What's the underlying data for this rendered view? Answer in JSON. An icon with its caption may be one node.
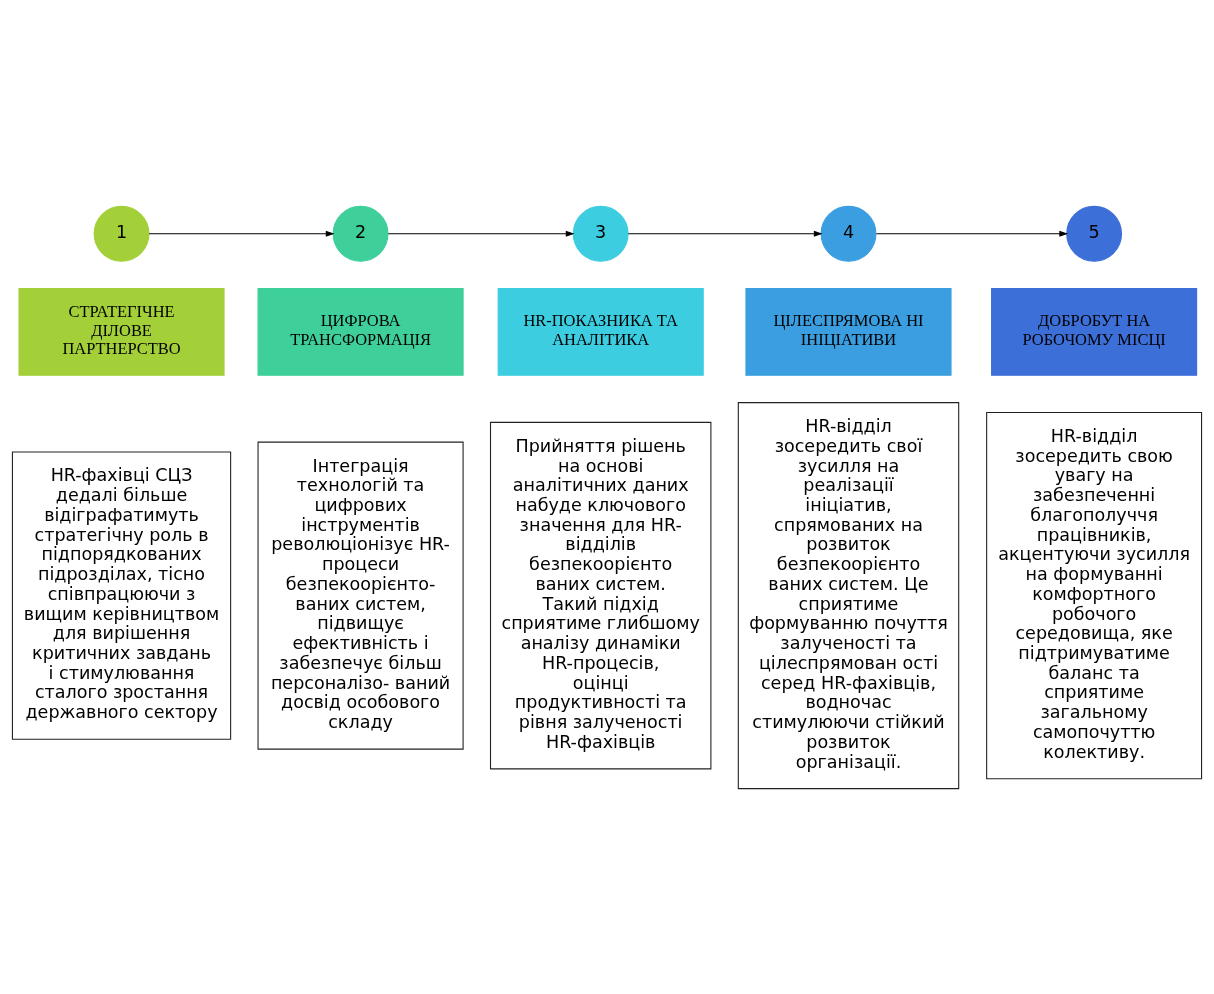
{
  "diagram": {
    "nodes": [
      {
        "text": [
          "1"
        ]
      },
      {
        "text": [
          "2"
        ]
      },
      {
        "text": [
          "3"
        ]
      },
      {
        "text": [
          "4"
        ]
      },
      {
        "text": [
          "5"
        ]
      },
      {
        "text": [
          "СТРАТЕГІЧНЕ ДІЛОВЕ ПАРТНЕРСТВО"
        ]
      },
      {
        "text": [
          "ЦИФРОВА ТРАНСФОРМАЦІЯ"
        ]
      },
      {
        "text": [
          "HR-ПОКАЗНИКА ТА АНАЛІТИКА"
        ]
      },
      {
        "text": [
          "ЦІЛЕСПРЯМОВА НІ ІНІЦІАТИВИ"
        ]
      },
      {
        "text": [
          "ДОБРОБУТ НА РОБОЧОМУ МІСЦІ"
        ]
      },
      {
        "text": [
          "HR-фахівці СЦЗ дедалі більше відіграфатимуть стратегічну роль в підпорядкованих підрозділах, тісно співпрацюючи з вищим керівництвом для вирішення критичних завдань і стимулювання сталого зростання державного сектору"
        ]
      },
      {
        "text": [
          "Інтеграція технологій та цифрових інструментів революціонізує HR-процеси безпекоорієнто- ваних систем, підвищує ефективність і забезпечує більш персоналізо- ваний досвід особового складу"
        ]
      },
      {
        "text": [
          "Прийняття рішень на основі аналітичних даних набуде ключового значення для HR-відділів безпекоорієнто ваних систем. Такий підхід сприятиме глибшому аналізу динаміки HR-процесів, оцінці продуктивності та рівня залученості HR-фахівців"
        ]
      },
      {
        "text": [
          "HR-відділ зосередить свої зусилля на реалізації ініціатив, спрямованих на розвиток безпекоорієнто ваних систем. Це сприятиме формуванню почуття залученості та цілеспрямован ості серед HR-фахівців, водночас стимулюючи стійкий розвиток організації."
        ]
      },
      {
        "text": [
          "HR-відділ зосередить свою увагу на забезпеченні благополуччя працівників, акцентуючи зусилля на формуванні комфортного робочого середовища, яке підтримуватиме баланс та сприятиме загальному самопочуттю колективу."
        ]
      }
    ],
    "edges": [
      {
        "from": 0,
        "to": 1,
        "arrow": "to"
      },
      {
        "from": 1,
        "to": 2,
        "arrow": "to"
      },
      {
        "from": 2,
        "to": 3,
        "arrow": "to"
      },
      {
        "from": 3,
        "to": 4,
        "arrow": "to"
      }
    ]
  }
}
